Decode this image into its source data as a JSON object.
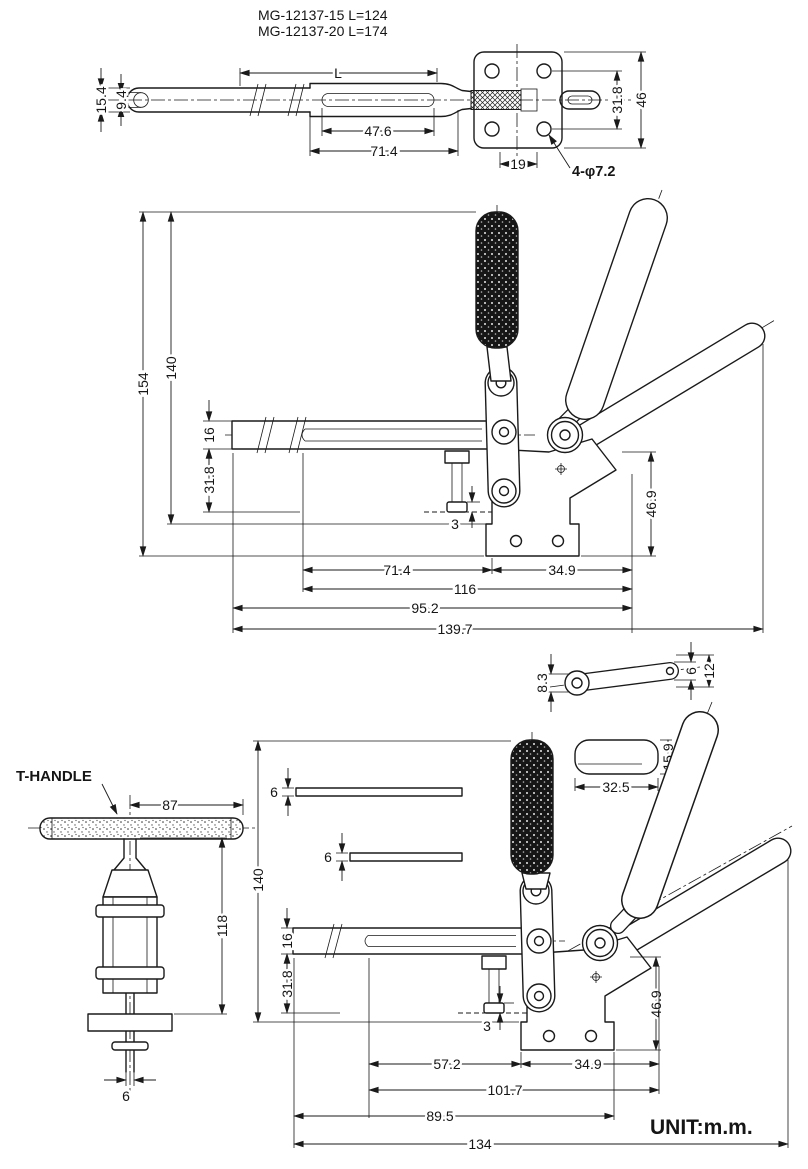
{
  "header": {
    "model_line_1": "MG-12137-15  L=124",
    "model_line_2": "MG-12137-20  L=174"
  },
  "top_view": {
    "dim_bar_length": "L",
    "dim_bar_width": "15.4",
    "dim_slot_width": "9.4",
    "dim_slot_length": "47.6",
    "dim_mid_length": "71.4",
    "dim_hole_spacing": "31.8",
    "dim_base_height": "46",
    "dim_base_depth": "19",
    "hole_callout": "4-φ7.2"
  },
  "front_view": {
    "dim_total_height": "154",
    "dim_height": "140",
    "dim_bar_thickness": "16",
    "dim_opening": "31.8",
    "dim_pad": "3",
    "dim_base": "46.9",
    "dim_slot": "71.4",
    "dim_rear": "34.9",
    "dim_reach": "116",
    "dim_bar": "95.2",
    "dim_overall": "139.7"
  },
  "link_detail": {
    "dim_width": "8.3",
    "dim_small_end": "6",
    "dim_big_end": "12"
  },
  "pad_detail": {
    "dim_height": "15.9",
    "dim_length": "32.5"
  },
  "t_handle_view": {
    "label": "T-HANDLE",
    "dim_half_bar": "87",
    "dim_height": "118",
    "dim_rod": "6"
  },
  "open_view": {
    "dim_height": "140",
    "dim_rod_upper": "6",
    "dim_rod_lower": "6",
    "dim_bar_thickness": "16",
    "dim_opening": "31.8",
    "dim_pad": "3",
    "dim_base": "46.9",
    "dim_slot": "57.2",
    "dim_rear": "34.9",
    "dim_reach": "101.7",
    "dim_bar": "89.5",
    "dim_overall": "134"
  },
  "footer": {
    "unit": "UNIT:m.m."
  }
}
